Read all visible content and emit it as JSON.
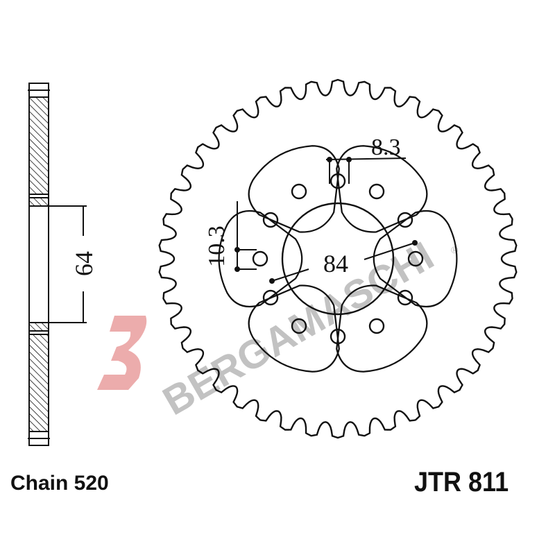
{
  "diagram": {
    "dimensions": {
      "slot_width": "8.3",
      "bolt_hole": "10.3",
      "bolt_circle": "84",
      "center_offset": "64"
    },
    "tooth_count": 42,
    "mounting_holes": 12,
    "cutouts": 6
  },
  "labels": {
    "chain": "Chain 520",
    "part_number": "JTR 811"
  },
  "watermark": {
    "brand": "BERGAMASCHI",
    "registered": "®",
    "logo_color": "#e8a0a0",
    "text_color": "#b4b4b4"
  },
  "colors": {
    "line": "#111111",
    "background": "#ffffff"
  }
}
